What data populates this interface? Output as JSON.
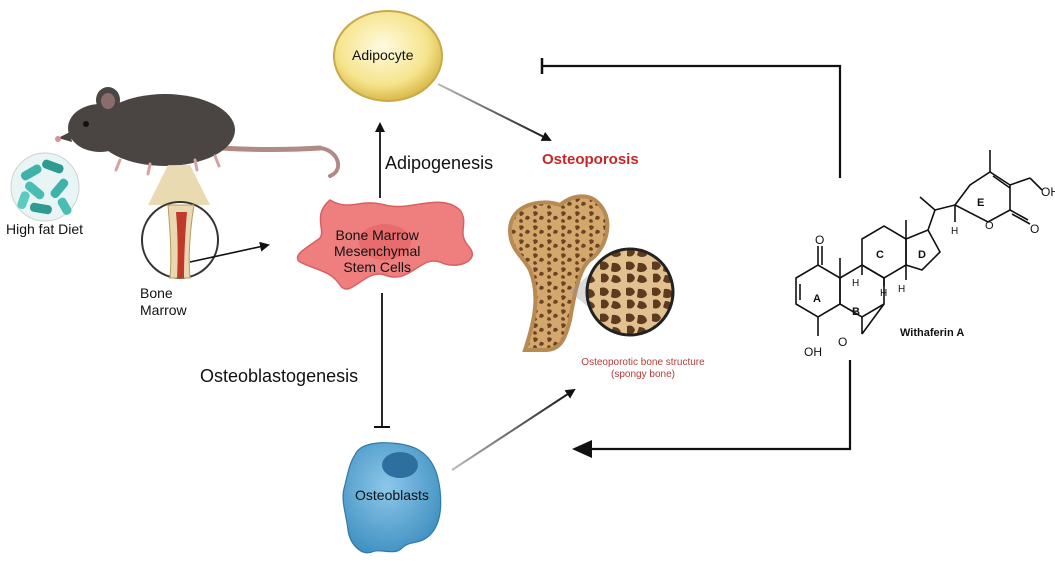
{
  "labels": {
    "high_fat_diet": "High fat Diet",
    "bone_marrow_line1": "Bone",
    "bone_marrow_line2": "Marrow",
    "adipocyte": "Adipocyte",
    "adipogenesis": "Adipogenesis",
    "bmsc_line1": "Bone Marrow",
    "bmsc_line2": "Mesenchymal",
    "bmsc_line3": "Stem Cells",
    "osteoporosis": "Osteoporosis",
    "osteoblastogenesis": "Osteoblastogenesis",
    "osteoblasts": "Osteoblasts",
    "bone_structure_line1": "Osteoporotic bone structure",
    "bone_structure_line2": "(spongy bone)",
    "withaferin": "Withaferin A"
  },
  "molecule": {
    "ring_a": "A",
    "ring_b": "B",
    "ring_c": "C",
    "ring_d": "D",
    "ring_e": "E",
    "oh_top": "OH",
    "oh_bottom": "OH",
    "o_keto": "O",
    "o_epoxide": "O",
    "o_lactone_ring": "O",
    "o_lactone_keto": "O",
    "h1": "H",
    "h2": "H",
    "h3": "H",
    "h4": "H"
  },
  "colors": {
    "adipocyte_fill": "#f6e48c",
    "stem_cell_fill": "#ef7f7f",
    "osteoblast_fill": "#5aa7d4",
    "mouse": "#4a4543",
    "pellets": "#3fb2aa",
    "osteoporosis_text": "#c62828",
    "bone": "#c89b63",
    "spongy": "#6a4424"
  }
}
